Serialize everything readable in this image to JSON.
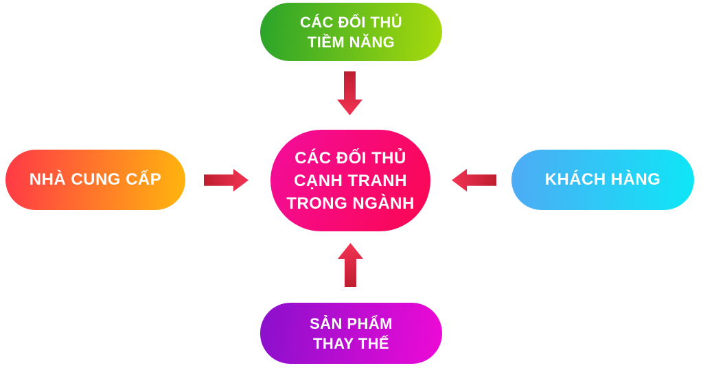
{
  "nodes": {
    "center": {
      "lines": [
        "CÁC ĐỐI THỦ",
        "CẠNH TRANH",
        "TRONG NGÀNH"
      ],
      "gradient": [
        "#F30D9C",
        "#FB0750"
      ]
    },
    "top": {
      "lines": [
        "CÁC ĐỐI THỦ",
        "TIỀM NĂNG"
      ],
      "gradient": [
        "#2AA42A",
        "#A8DA0C"
      ]
    },
    "left": {
      "lines": [
        "NHÀ CUNG CẤP"
      ],
      "gradient": [
        "#FF3847",
        "#FFB60D"
      ]
    },
    "right": {
      "lines": [
        "KHÁCH HÀNG"
      ],
      "gradient": [
        "#4FAAF5",
        "#0DE7F6"
      ]
    },
    "bottom": {
      "lines": [
        "SẢN PHẨM",
        "THAY THẾ"
      ],
      "gradient": [
        "#8A10CC",
        "#EE0AD6"
      ]
    }
  },
  "arrows": {
    "color_start": "#BE1E30",
    "color_end": "#F23354"
  },
  "text_color": "#FFFFFF",
  "background_color": "#FFFFFF"
}
